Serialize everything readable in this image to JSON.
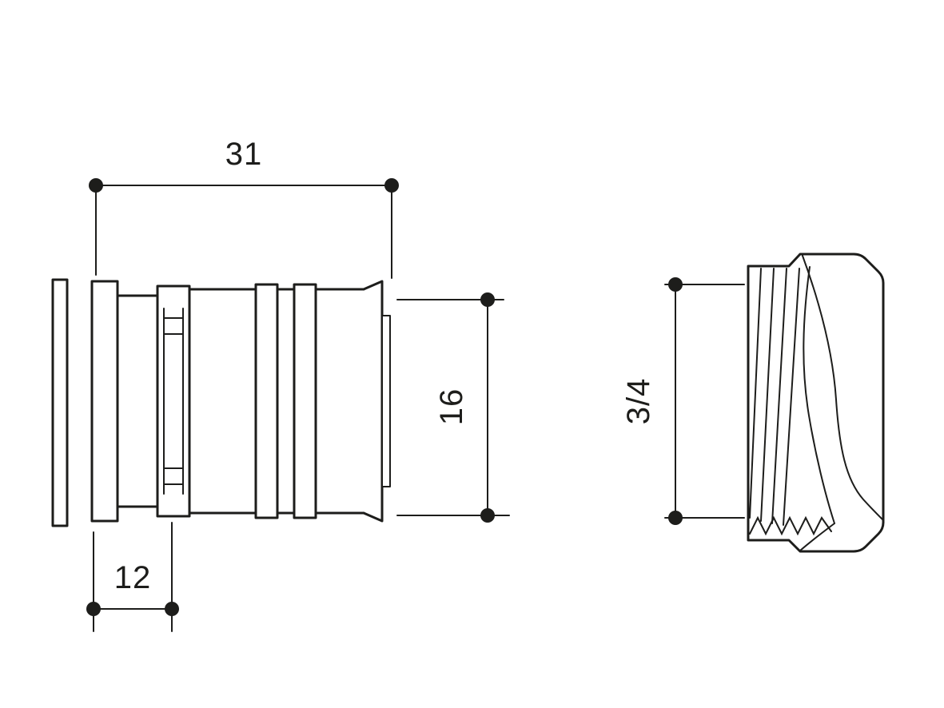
{
  "drawing": {
    "type": "technical-drawing-pipe-fitting",
    "colors": {
      "line": "#1d1d1b",
      "background": "#ffffff"
    },
    "dimensions": {
      "total_length": {
        "label": "31"
      },
      "pipe_diameter": {
        "label": "16"
      },
      "insert_length": {
        "label": "12"
      },
      "thread_size": {
        "label": "3/4"
      }
    },
    "parts": [
      {
        "name": "press-fitting-body"
      },
      {
        "name": "hex-nut"
      }
    ]
  }
}
